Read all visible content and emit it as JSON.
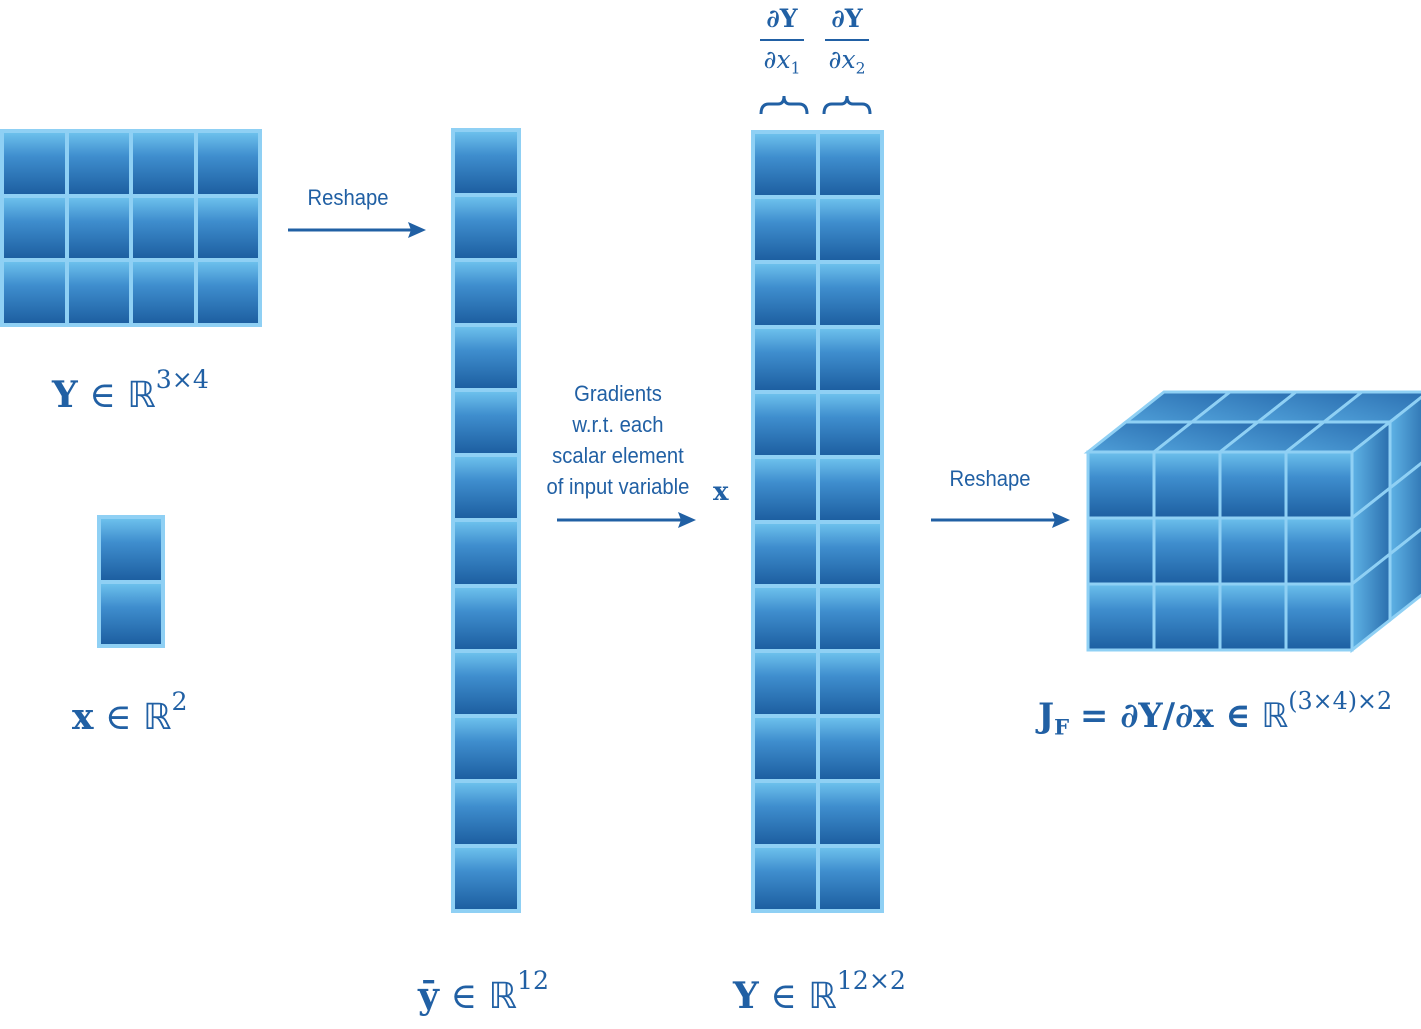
{
  "left": {
    "matrix_label": {
      "symbol": "Y",
      "set": "ℝ",
      "dims": "3×4"
    },
    "vector_label": {
      "symbol": "x",
      "set": "ℝ",
      "dims": "2"
    }
  },
  "arrows": {
    "reshape_1": "Reshape",
    "gradients_lines": [
      "Gradients",
      "w.r.t. each",
      "scalar element",
      "of input variable"
    ],
    "gradients_var": "x",
    "reshape_2": "Reshape"
  },
  "middle": {
    "column_label": {
      "symbol": "ȳ",
      "set": "ℝ",
      "dims": "12"
    }
  },
  "jacobian": {
    "partial_1": {
      "num": "∂Y",
      "den": "∂x",
      "sub": "1"
    },
    "partial_2": {
      "num": "∂Y",
      "den": "∂x",
      "sub": "2"
    },
    "column_label": {
      "symbol": "Y",
      "set": "ℝ",
      "dims": "12×2"
    }
  },
  "cube": {
    "label": {
      "symbol": "J",
      "subscript": "F",
      "expr": "= ∂Y/∂x ∈",
      "set": "ℝ",
      "dims": "(3×4)×2"
    }
  },
  "colors": {
    "cell_top": "#6cc0ec",
    "cell_bottom": "#1d5fa1",
    "border": "#8fd0f4",
    "text": "#2160a4"
  }
}
